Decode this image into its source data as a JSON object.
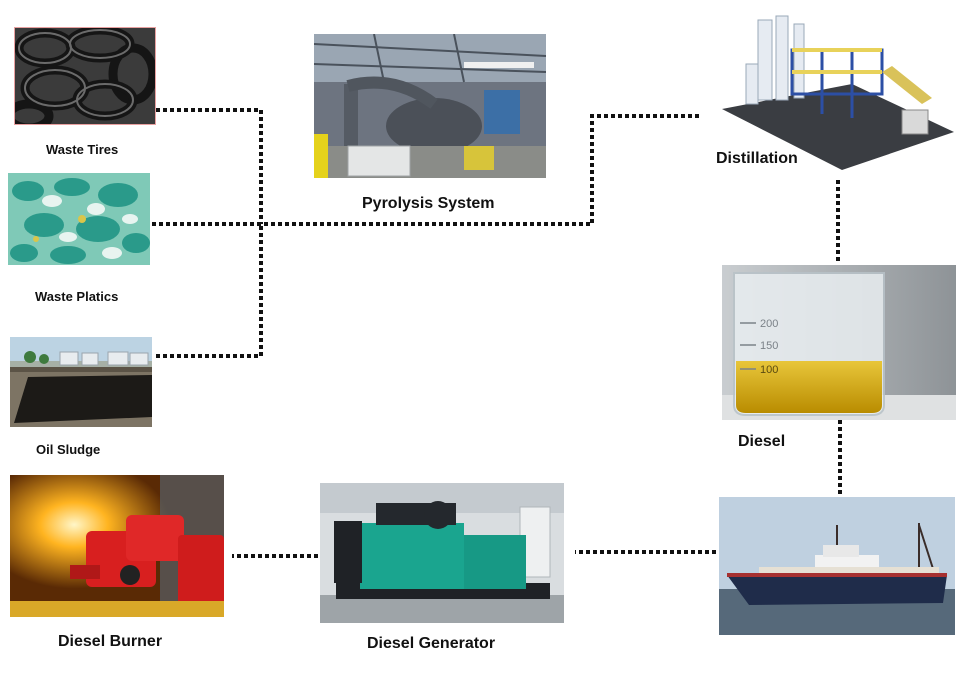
{
  "nodes": {
    "waste_tires": {
      "label": "Waste Tires"
    },
    "waste_plastics": {
      "label": "Waste Platics"
    },
    "oil_sludge": {
      "label": "Oil Sludge"
    },
    "pyrolysis": {
      "label": "Pyrolysis System"
    },
    "distillation": {
      "label": "Distillation"
    },
    "diesel": {
      "label": "Diesel"
    },
    "diesel_burner": {
      "label": "Diesel Burner"
    },
    "diesel_generator": {
      "label": "Diesel Generator"
    }
  },
  "beaker_marks": [
    "200",
    "150",
    "100"
  ],
  "colors": {
    "connector": "#111111",
    "diesel_oil": "#d9b300",
    "burner_red": "#d81f1f",
    "generator_teal": "#1aa58f",
    "plastics_teal": "#2a9a8a",
    "ship_hull": "#1f2c4a"
  }
}
